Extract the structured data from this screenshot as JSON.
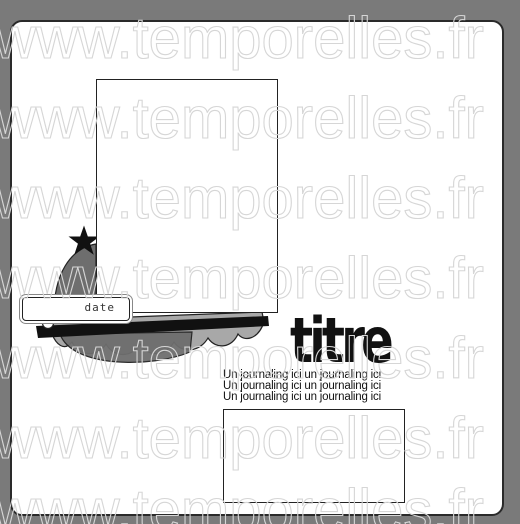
{
  "layout": {
    "title": "titre",
    "date_label": "date",
    "journaling_lines": [
      "Un journaling ici un journaling ici",
      "Un journaling ici un journaling ici",
      "Un journaling ici un journaling ici"
    ]
  },
  "watermark": {
    "text": "www.temporelles.fr",
    "color": "#d6d6d6"
  },
  "colors": {
    "background": "#7a7a7a",
    "card": "#ffffff",
    "dark_shape": "#6e6e6e",
    "light_shape": "#a8a8a8",
    "band": "#111111"
  },
  "icons": [
    "star-icon",
    "dot-icon"
  ]
}
